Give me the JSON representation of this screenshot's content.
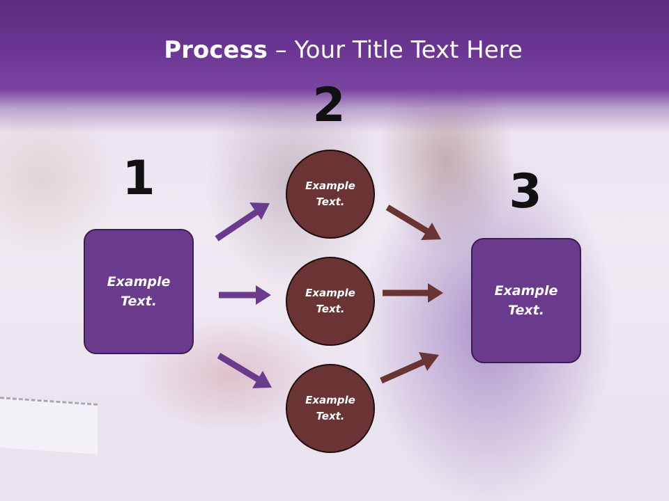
{
  "title": {
    "bold": "Process",
    "rest": " – Your Title Text Here"
  },
  "steps": [
    {
      "number": "1",
      "box": {
        "line1": "Example",
        "line2": "Text."
      }
    },
    {
      "number": "2",
      "circles": [
        {
          "line1": "Example",
          "line2": "Text."
        },
        {
          "line1": "Example",
          "line2": "Text."
        },
        {
          "line1": "Example",
          "line2": "Text."
        }
      ]
    },
    {
      "number": "3",
      "box": {
        "line1": "Example",
        "line2": "Text."
      }
    }
  ],
  "colors": {
    "header": "#6a3592",
    "box": "#6a3a8c",
    "circle": "#6b3434",
    "arrow_purple": "#6a3a8c",
    "arrow_brown": "#6b3434"
  }
}
